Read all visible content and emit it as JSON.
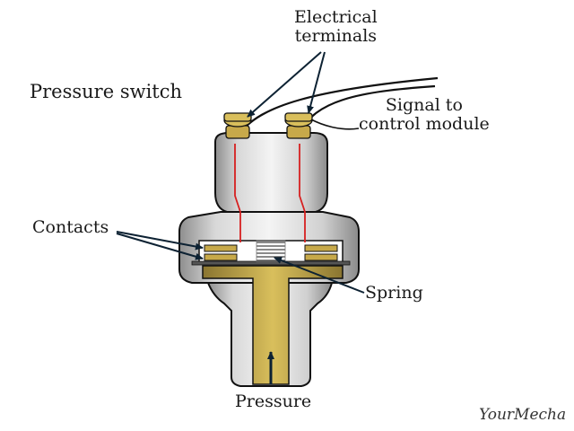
{
  "title": "Pressure switch",
  "labels": {
    "electrical_terminals": [
      "Electrical",
      "terminals"
    ],
    "signal": [
      "Signal to",
      "control module"
    ],
    "contacts": "Contacts",
    "spring": "Spring",
    "pressure": "Pressure"
  },
  "watermark": "YourMecha",
  "colors": {
    "body_light": "#e8e8e8",
    "body_dark": "#9a9a9a",
    "brass": "#c7a94a",
    "brass_dark": "#8a7530",
    "wire": "#d62020",
    "outline": "#111111"
  }
}
